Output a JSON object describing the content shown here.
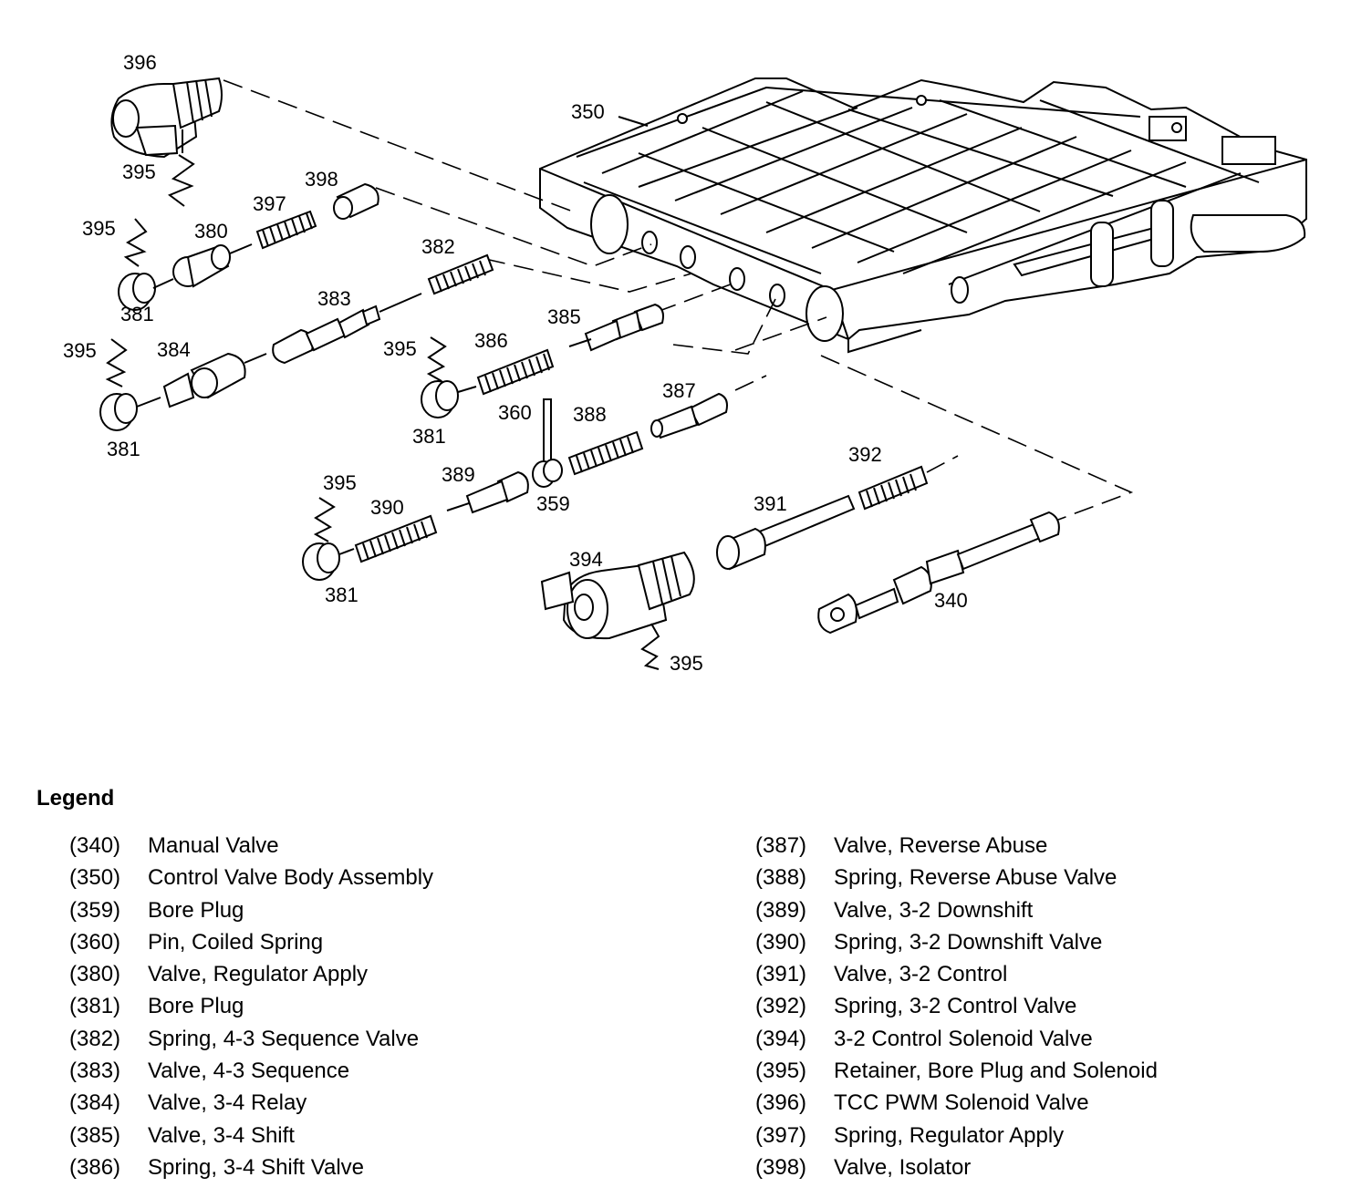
{
  "callouts": {
    "c396": "396",
    "c350": "350",
    "c395a": "395",
    "c398": "398",
    "c397": "397",
    "c395b": "395",
    "c380": "380",
    "c381a": "381",
    "c382": "382",
    "c383": "383",
    "c385": "385",
    "c395c": "395",
    "c384": "384",
    "c395d": "395",
    "c386": "386",
    "c381b": "381",
    "c381c": "381",
    "c360": "360",
    "c388": "388",
    "c387": "387",
    "c389": "389",
    "c395e": "395",
    "c359": "359",
    "c392": "392",
    "c390": "390",
    "c391": "391",
    "c381d": "381",
    "c394": "394",
    "c340": "340",
    "c395f": "395"
  },
  "legend": {
    "title": "Legend",
    "left": [
      {
        "num": "(340)",
        "desc": "Manual Valve"
      },
      {
        "num": "(350)",
        "desc": "Control Valve Body Assembly"
      },
      {
        "num": "(359)",
        "desc": "Bore Plug"
      },
      {
        "num": "(360)",
        "desc": "Pin, Coiled Spring"
      },
      {
        "num": "(380)",
        "desc": "Valve, Regulator Apply"
      },
      {
        "num": "(381)",
        "desc": "Bore Plug"
      },
      {
        "num": "(382)",
        "desc": "Spring, 4-3 Sequence Valve"
      },
      {
        "num": "(383)",
        "desc": "Valve, 4-3 Sequence"
      },
      {
        "num": "(384)",
        "desc": "Valve, 3-4 Relay"
      },
      {
        "num": "(385)",
        "desc": "Valve, 3-4 Shift"
      },
      {
        "num": "(386)",
        "desc": "Spring, 3-4 Shift Valve"
      }
    ],
    "right": [
      {
        "num": "(387)",
        "desc": "Valve, Reverse Abuse"
      },
      {
        "num": "(388)",
        "desc": "Spring, Reverse Abuse Valve"
      },
      {
        "num": "(389)",
        "desc": "Valve, 3-2 Downshift"
      },
      {
        "num": "(390)",
        "desc": "Spring, 3-2 Downshift Valve"
      },
      {
        "num": "(391)",
        "desc": "Valve, 3-2 Control"
      },
      {
        "num": "(392)",
        "desc": "Spring, 3-2 Control Valve"
      },
      {
        "num": "(394)",
        "desc": "3-2 Control Solenoid Valve"
      },
      {
        "num": "(395)",
        "desc": "Retainer, Bore Plug and Solenoid"
      },
      {
        "num": "(396)",
        "desc": "TCC PWM Solenoid Valve"
      },
      {
        "num": "(397)",
        "desc": "Spring, Regulator Apply"
      },
      {
        "num": "(398)",
        "desc": "Valve, Isolator"
      }
    ]
  }
}
